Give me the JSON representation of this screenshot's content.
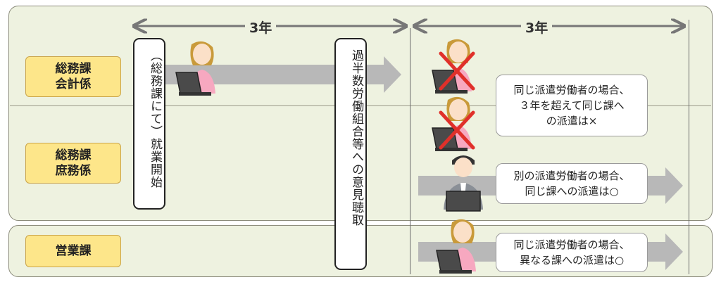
{
  "periods": [
    "3年",
    "3年"
  ],
  "departments": [
    {
      "line1": "総務課",
      "line2": "会計係"
    },
    {
      "line1": "総務課",
      "line2": "庶務係"
    },
    {
      "line1": "営業課",
      "line2": ""
    }
  ],
  "vertical_labels": {
    "start": "（総務課にて）就業開始",
    "hearing": "過半数労働組合等への意見聴取"
  },
  "notes": [
    {
      "line1": "同じ派遣労働者の場合、",
      "line2": "３年を超えて同じ課へ",
      "line3": "の派遣は×"
    },
    {
      "line1": "別の派遣労働者の場合、",
      "line2": "同じ課への派遣は○"
    },
    {
      "line1": "同じ派遣労働者の場合、",
      "line2": "異なる課への派遣は○"
    }
  ],
  "colors": {
    "panel_bg": "#eef2e0",
    "dept_bg": "#fde68a",
    "arrow_gray": "#b8b8b8",
    "cross_red": "#e0302a",
    "worker_pink": "#f7a8c0"
  },
  "icons": [
    "female-worker-laptop-icon",
    "male-worker-laptop-icon",
    "red-cross-icon",
    "double-arrow-icon"
  ]
}
